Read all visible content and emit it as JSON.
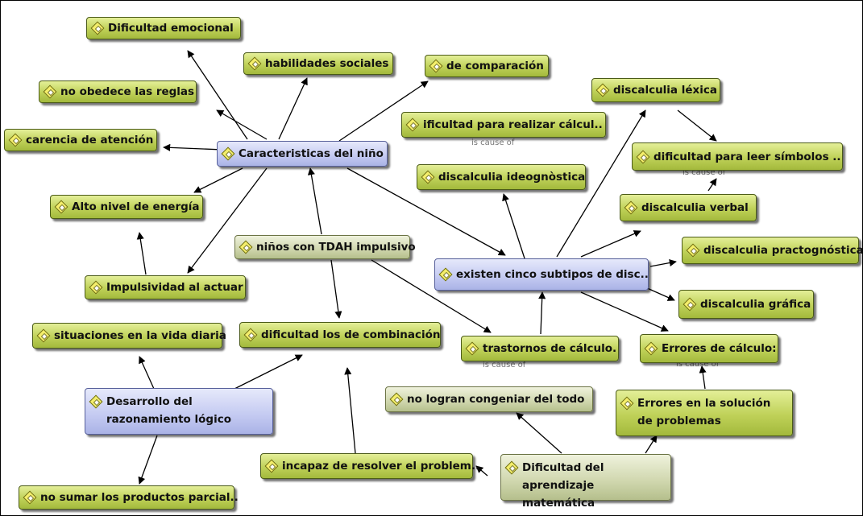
{
  "nodes": {
    "dificultad_emocional": "Dificultad emocional",
    "habilidades_sociales": "habilidades sociales",
    "de_comparacion": "de comparación",
    "no_obedece": "no obedece las reglas",
    "carencia_atencion": "carencia de atención",
    "caracteristicas": "Caracteristicas del niño",
    "alto_nivel": "Alto nivel de energía",
    "impulsividad": "Impulsividad al actuar",
    "ninos_tdah": "niños con TDAH impulsivo",
    "situaciones": "situaciones en la vida diaria",
    "dificultad_combinacion": "dificultad los de combinación",
    "desarrollo": "Desarrollo del razonamiento lógico",
    "no_sumar": "no sumar los productos parcial..",
    "incapaz": "incapaz de resolver el problem..",
    "dificultad_aprendizaje": "Dificultad del aprendizaje matemática",
    "no_logran": "no logran congeniar del todo",
    "trastornos": "trastornos de cálculo.",
    "existen": "existen cinco subtipos de disc..",
    "ificultad_calculo": "ificultad para realizar cálcul..",
    "discalculia_ideognostica": "discalculia ideognòstica",
    "discalculia_lexica": "discalculia léxica",
    "dificultad_leer": "dificultad para leer símbolos ..",
    "discalculia_verbal": "discalculia verbal",
    "discalculia_practognostica": "discalculia practognóstica",
    "discalculia_grafica": "discalculia gráfica",
    "errores_calculo": "Errores de cálculo:",
    "errores_solucion": "Errores en la solución de problemas"
  },
  "relation_labels": {
    "is_cause_of": "is cause of"
  }
}
